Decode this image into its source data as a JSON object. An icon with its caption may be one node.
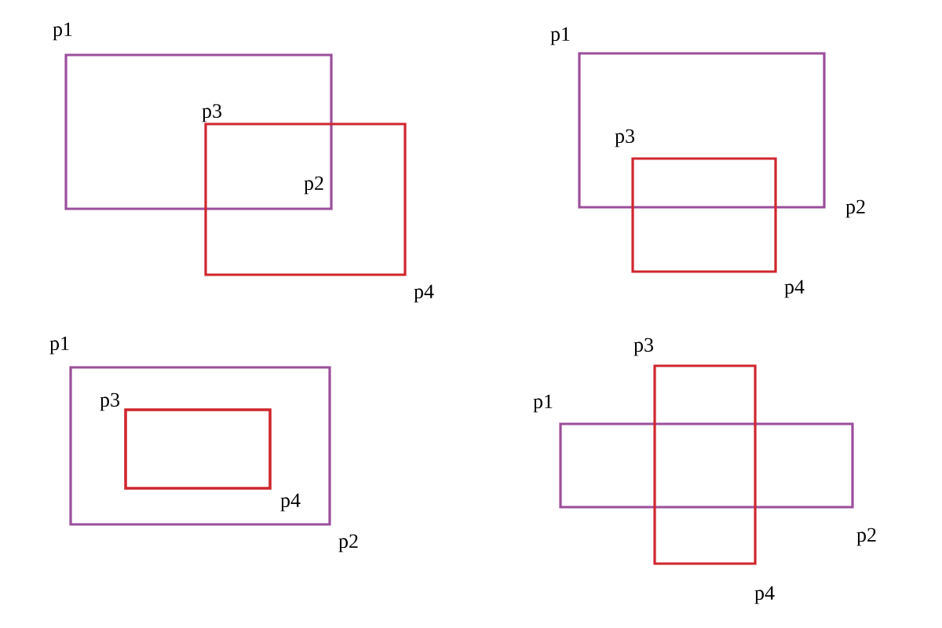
{
  "diagram": {
    "nodes": [
      {
        "text": [],
        "shape": "box",
        "beside": [
          "p1"
        ]
      },
      {
        "text": [],
        "shape": "box",
        "beside": [
          "p3",
          "p4"
        ]
      },
      {
        "text": [],
        "shape": "box",
        "beside": [
          "p1",
          "p2"
        ]
      },
      {
        "text": [],
        "shape": "box",
        "beside": [
          "p3",
          "p4"
        ]
      },
      {
        "text": [],
        "shape": "box",
        "beside": [
          "p1",
          "p2"
        ]
      },
      {
        "text": [],
        "shape": "box",
        "beside": [
          "p3",
          "p4"
        ],
        "in": 4
      },
      {
        "text": [],
        "shape": "box",
        "beside": [
          "p1",
          "p2"
        ]
      },
      {
        "text": [],
        "shape": "box",
        "beside": [
          "p3",
          "p4"
        ]
      }
    ],
    "labels": [
      "p2"
    ]
  }
}
